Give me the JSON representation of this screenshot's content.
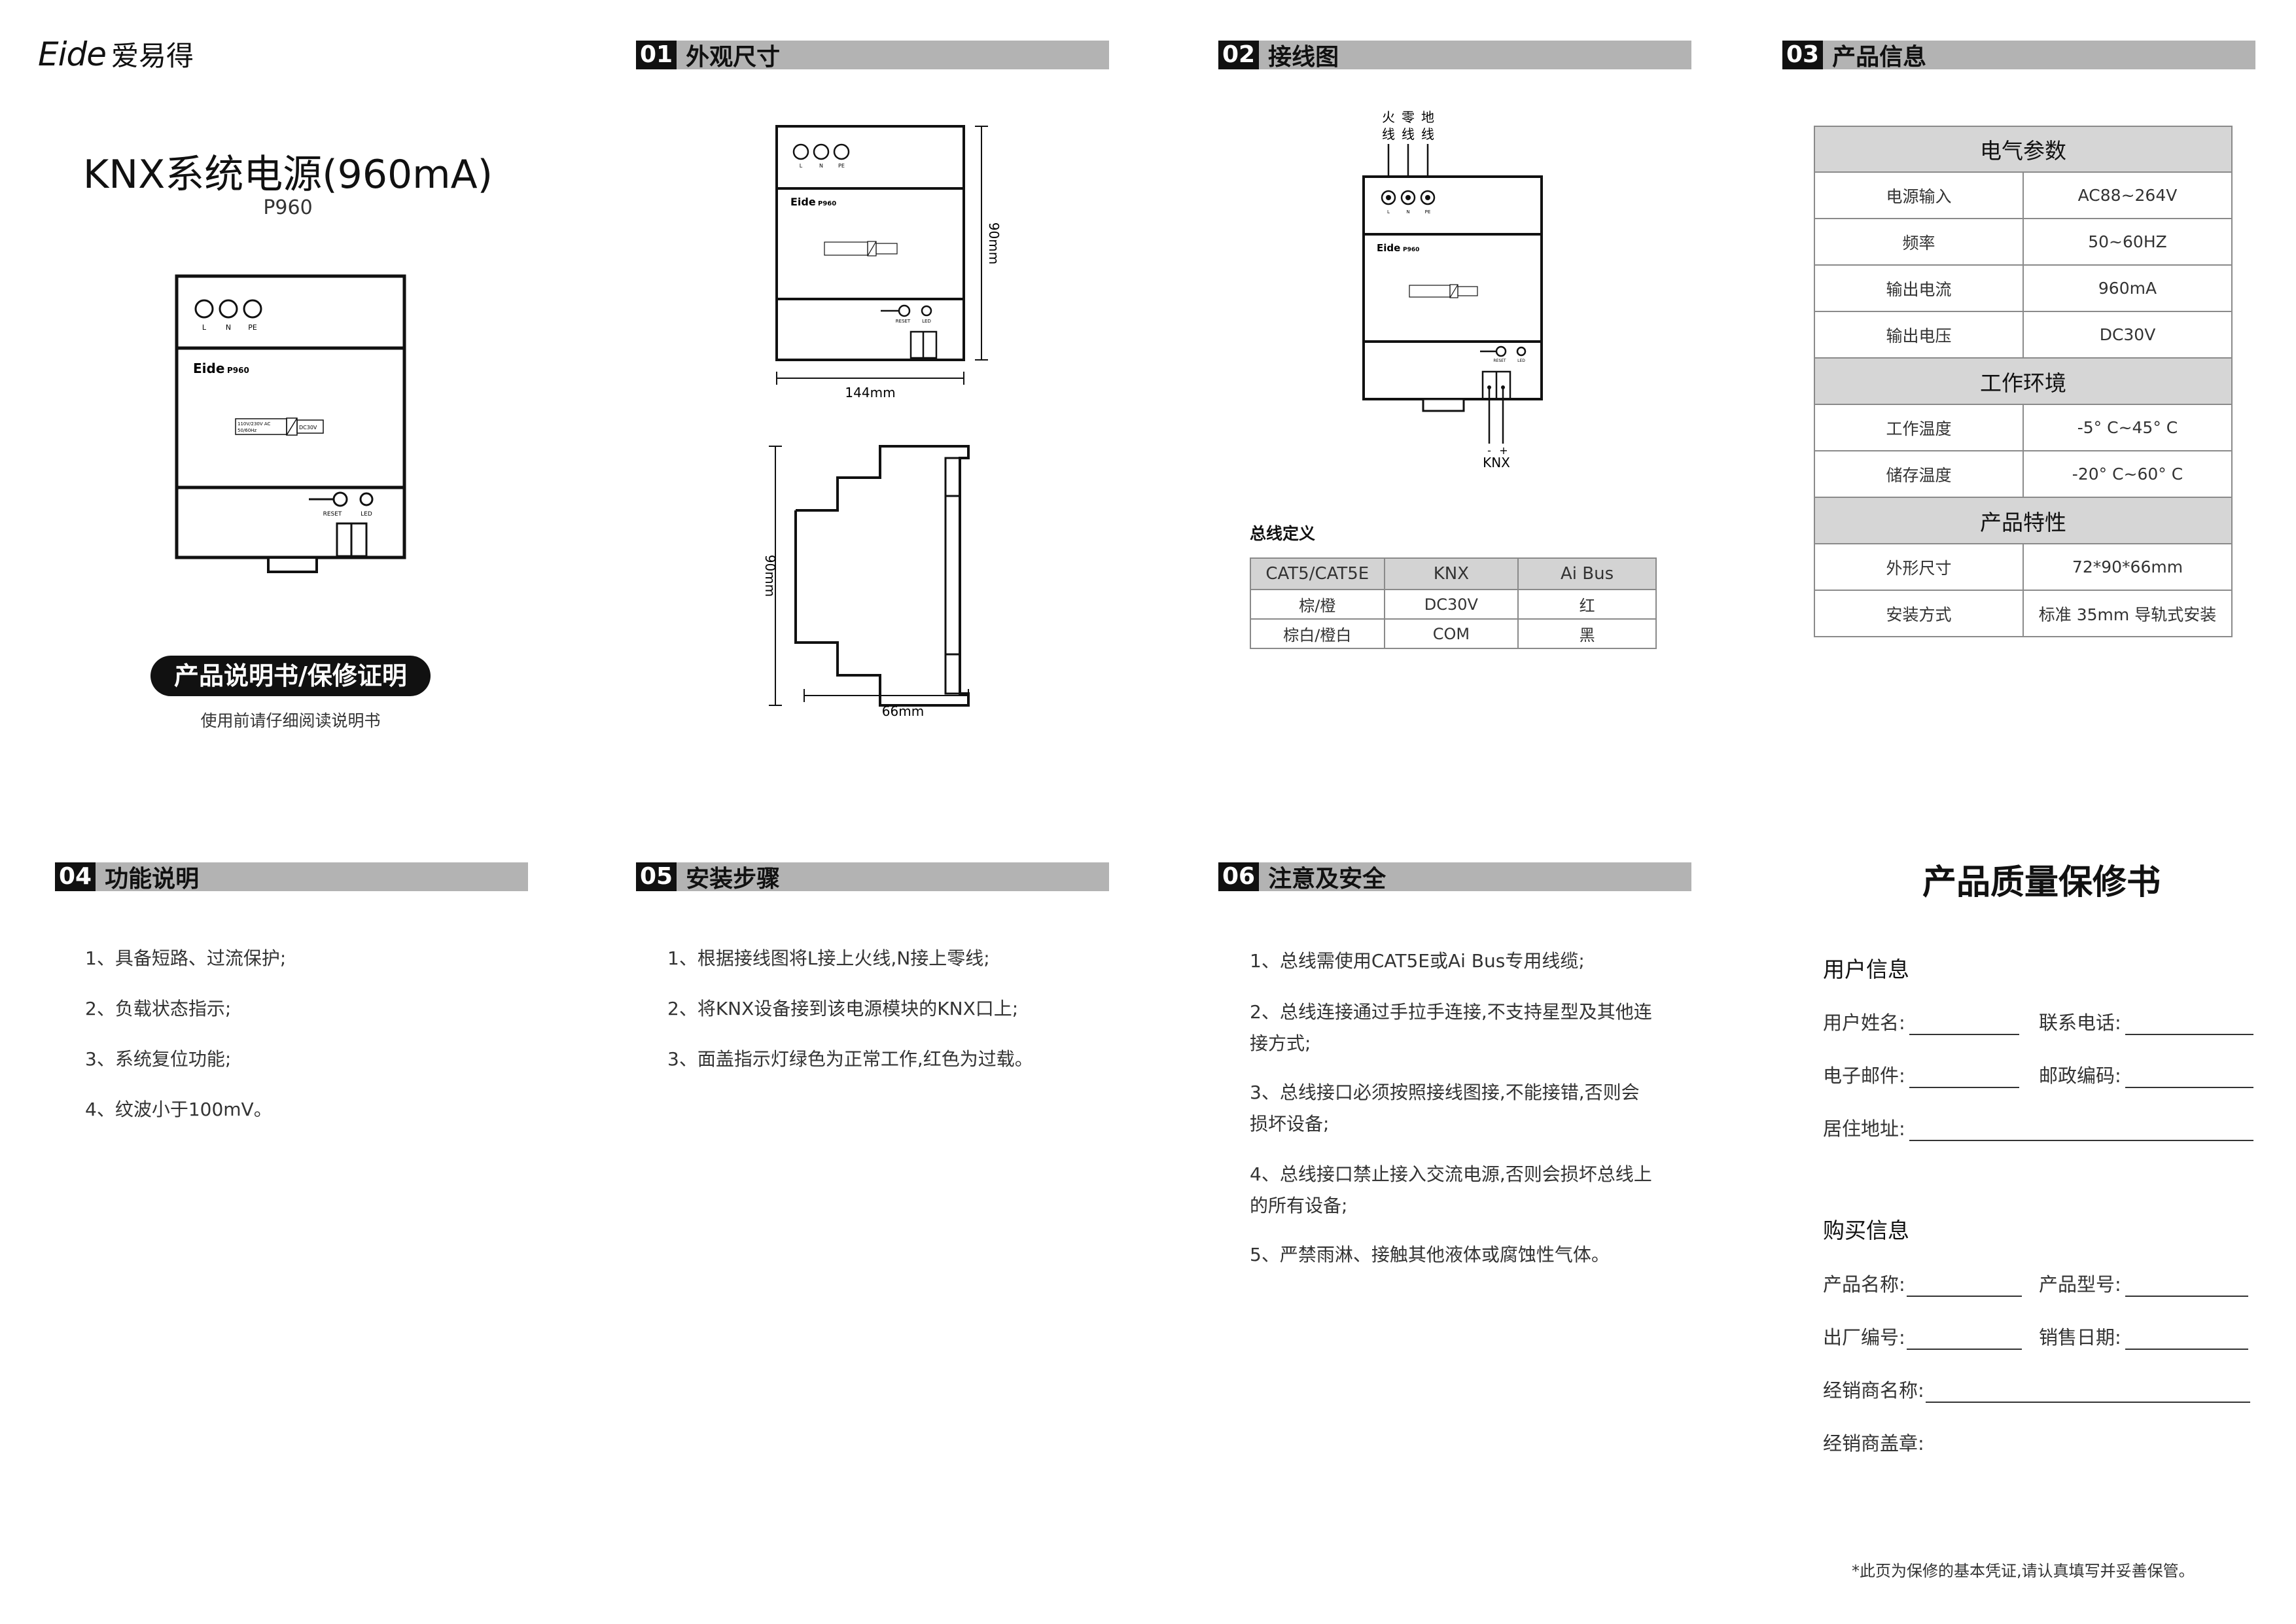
{
  "brand": {
    "logo_text": "Eide",
    "logo_cn": "爱易得"
  },
  "cover": {
    "title": "KNX系统电源(960mA)",
    "model": "P960",
    "badge": "产品说明书/保修证明",
    "note": "使用前请仔细阅读说明书"
  },
  "device": {
    "terminals": [
      "L",
      "N",
      "PE"
    ],
    "brand": "Eide",
    "model": "P960",
    "input_label": "110V/230V AC\n50/60Hz",
    "output_label": "DC30V",
    "reset": "RESET",
    "led": "LED"
  },
  "sections": {
    "s01": {
      "num": "01",
      "title": "外观尺寸"
    },
    "s02": {
      "num": "02",
      "title": "接线图"
    },
    "s03": {
      "num": "03",
      "title": "产品信息"
    },
    "s04": {
      "num": "04",
      "title": "功能说明"
    },
    "s05": {
      "num": "05",
      "title": "安装步骤"
    },
    "s06": {
      "num": "06",
      "title": "注意及安全"
    }
  },
  "dimensions": {
    "front_height": "90mm",
    "front_width": "144mm",
    "side_height": "90mm",
    "side_width": "66mm"
  },
  "wiring": {
    "live": [
      "火",
      "线"
    ],
    "neutral": [
      "零",
      "线"
    ],
    "ground": [
      "地",
      "线"
    ],
    "minus": "-",
    "plus": "+",
    "bus": "KNX",
    "bus_def_title": "总线定义",
    "bus_table": {
      "headers": [
        "CAT5/CAT5E",
        "KNX",
        "Ai Bus"
      ],
      "rows": [
        [
          "棕/橙",
          "DC30V",
          "红"
        ],
        [
          "棕白/橙白",
          "COM",
          "黑"
        ]
      ]
    }
  },
  "product_info": {
    "groups": [
      {
        "title": "电气参数",
        "rows": [
          [
            "电源输入",
            "AC88~264V"
          ],
          [
            "频率",
            "50~60HZ"
          ],
          [
            "输出电流",
            "960mA"
          ],
          [
            "输出电压",
            "DC30V"
          ]
        ]
      },
      {
        "title": "工作环境",
        "rows": [
          [
            "工作温度",
            "-5° C~45° C"
          ],
          [
            "储存温度",
            "-20° C~60° C"
          ]
        ]
      },
      {
        "title": "产品特性",
        "rows": [
          [
            "外形尺寸",
            "72*90*66mm"
          ],
          [
            "安装方式",
            "标准 35mm 导轨式安装"
          ]
        ]
      }
    ]
  },
  "functions": [
    "1、具备短路、过流保护;",
    "2、负载状态指示;",
    "3、系统复位功能;",
    "4、纹波小于100mV。"
  ],
  "install": [
    "1、根据接线图将L接上火线,N接上零线;",
    "2、将KNX设备接到该电源模块的KNX口上;",
    "3、面盖指示灯绿色为正常工作,红色为过载。"
  ],
  "safety": [
    [
      "1、总线需使用CAT5E或Ai Bus专用线缆;"
    ],
    [
      "2、总线连接通过手拉手连接,不支持星型及其他连",
      "接方式;"
    ],
    [
      "3、总线接口必须按照接线图接,不能接错,否则会",
      "损坏设备;"
    ],
    [
      "4、总线接口禁止接入交流电源,否则会损坏总线上",
      "的所有设备;"
    ],
    [
      "5、严禁雨淋、接触其他液体或腐蚀性气体。"
    ]
  ],
  "warranty": {
    "title": "产品质量保修书",
    "user_section": "用户信息",
    "name": "用户姓名:",
    "phone": "联系电话:",
    "email": "电子邮件:",
    "zip": "邮政编码:",
    "address": "居住地址:",
    "purchase_section": "购买信息",
    "product_name": "产品名称:",
    "product_model": "产品型号:",
    "serial": "出厂编号:",
    "sale_date": "销售日期:",
    "dealer": "经销商名称:",
    "stamp": "经销商盖章:",
    "footnote": "*此页为保修的基本凭证,请认真填写并妥善保管。"
  }
}
